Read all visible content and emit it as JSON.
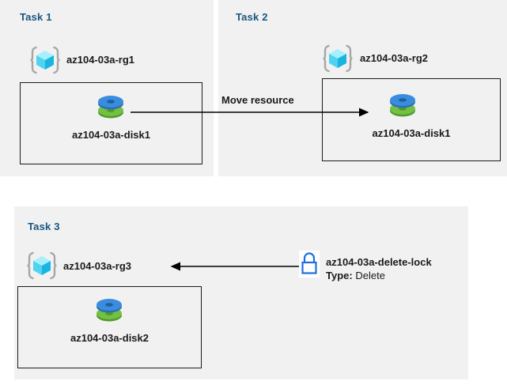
{
  "diagram": {
    "title": "Azure resource group tasks diagram",
    "colors": {
      "panel_bg": "#f1f1f1",
      "page_bg": "#ffffff",
      "task_heading": "#18567f",
      "label_text": "#1a1a1a",
      "box_border": "#1b1b1b",
      "arrow": "#000000",
      "lock_blue": "#1f6fe0",
      "disk_blue": "#3a8dde",
      "disk_green": "#6cb33f",
      "rg_cube_cyan": "#8fe6fb",
      "rg_bracket_gray": "#a6a6a6"
    }
  },
  "panels": [
    {
      "id": "task1",
      "heading": "Task 1",
      "resource_group": {
        "name": "az104-03a-rg1",
        "icon": "resource-group-icon"
      },
      "resource": {
        "name": "az104-03a-disk1",
        "icon": "managed-disk-icon"
      }
    },
    {
      "id": "task2",
      "heading": "Task 2",
      "resource_group": {
        "name": "az104-03a-rg2",
        "icon": "resource-group-icon"
      },
      "resource": {
        "name": "az104-03a-disk1",
        "icon": "managed-disk-icon"
      }
    },
    {
      "id": "task3",
      "heading": "Task 3",
      "resource_group": {
        "name": "az104-03a-rg3",
        "icon": "resource-group-icon"
      },
      "resource": {
        "name": "az104-03a-disk2",
        "icon": "managed-disk-icon"
      },
      "lock": {
        "icon": "lock-icon",
        "name": "az104-03a-delete-lock",
        "type_label": "Type:",
        "type_value": "Delete"
      }
    }
  ],
  "connectors": [
    {
      "id": "move-resource",
      "label": "Move resource",
      "direction": "right"
    },
    {
      "id": "lock-applies-to-rg",
      "label": "",
      "direction": "left"
    }
  ]
}
